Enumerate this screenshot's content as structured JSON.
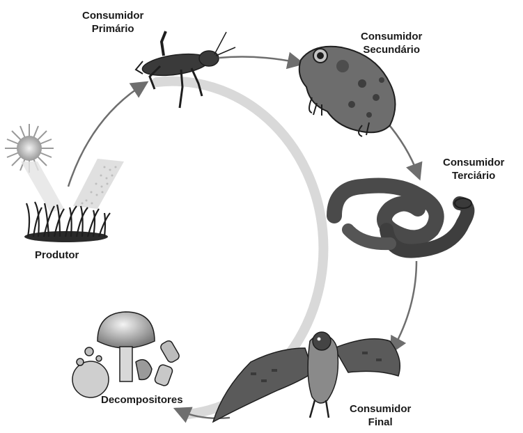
{
  "labels": {
    "produtor": "Produtor",
    "primario": [
      "Consumidor",
      "Primário"
    ],
    "secundario": [
      "Consumidor",
      "Secundário"
    ],
    "terciario": [
      "Consumidor",
      "Terciário"
    ],
    "final": [
      "Consumidor",
      "Final"
    ],
    "decompositores": "Decompositores"
  },
  "colors": {
    "ring": "#d6d6d6",
    "arrow": "#6e6e6e",
    "ink": "#1a1a1a"
  },
  "icons": [
    "sun-icon",
    "grass-icon",
    "grasshopper-icon",
    "frog-icon",
    "snake-icon",
    "falcon-icon",
    "mushroom-icon"
  ]
}
